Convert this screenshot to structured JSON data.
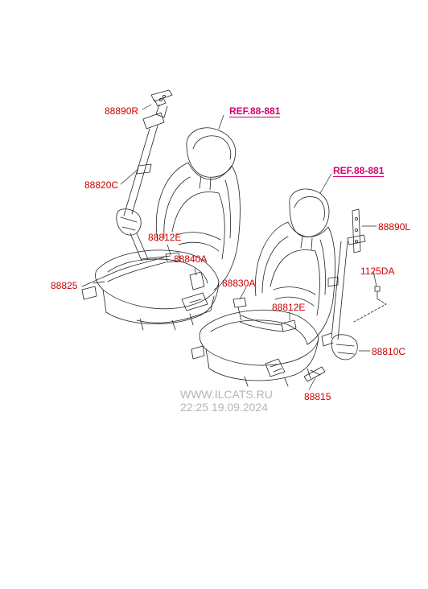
{
  "labels": {
    "p88890r": "88890R",
    "ref1": "REF.88-881",
    "p88820c": "88820C",
    "p88812e_1": "88812E",
    "p88840a": "88840A",
    "p88825": "88825",
    "ref2": "REF.88-881",
    "p88890l": "88890L",
    "p1125da": "1125DA",
    "p88830a": "88830A",
    "p88812e_2": "88812E",
    "p88810c": "88810C",
    "p88815": "88815"
  },
  "watermark": {
    "site": "WWW.ILCATS.RU",
    "timestamp": "22:25 19.09.2024"
  },
  "colors": {
    "part_label": "#cc0000",
    "ref_label": "#d4006f",
    "line": "#222222",
    "watermark": "#b5b5b5"
  }
}
